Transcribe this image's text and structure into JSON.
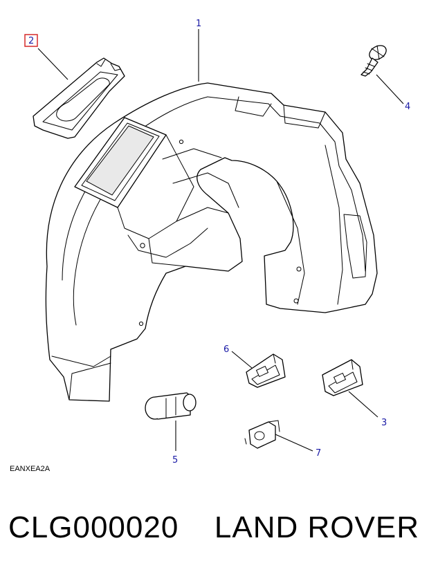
{
  "diagram": {
    "callouts": {
      "c1": "1",
      "c2": "2",
      "c3": "3",
      "c4": "4",
      "c5": "5",
      "c6": "6",
      "c7": "7"
    },
    "highlighted_callout": "2",
    "callout_color": "#1a1aa6",
    "highlight_color": "#d62828",
    "drawing_code": "EANXEA2A"
  },
  "footer": {
    "part_number": "CLG000020",
    "brand": "LAND ROVER"
  }
}
